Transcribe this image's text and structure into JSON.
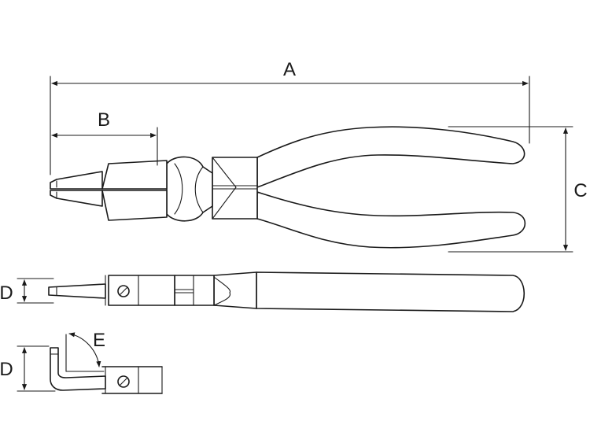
{
  "labels": {
    "a": "A",
    "b": "B",
    "c": "C",
    "d_top": "D",
    "d_bottom": "D",
    "e": "E"
  },
  "colors": {
    "line": "#1a1a1a",
    "background": "#ffffff"
  }
}
